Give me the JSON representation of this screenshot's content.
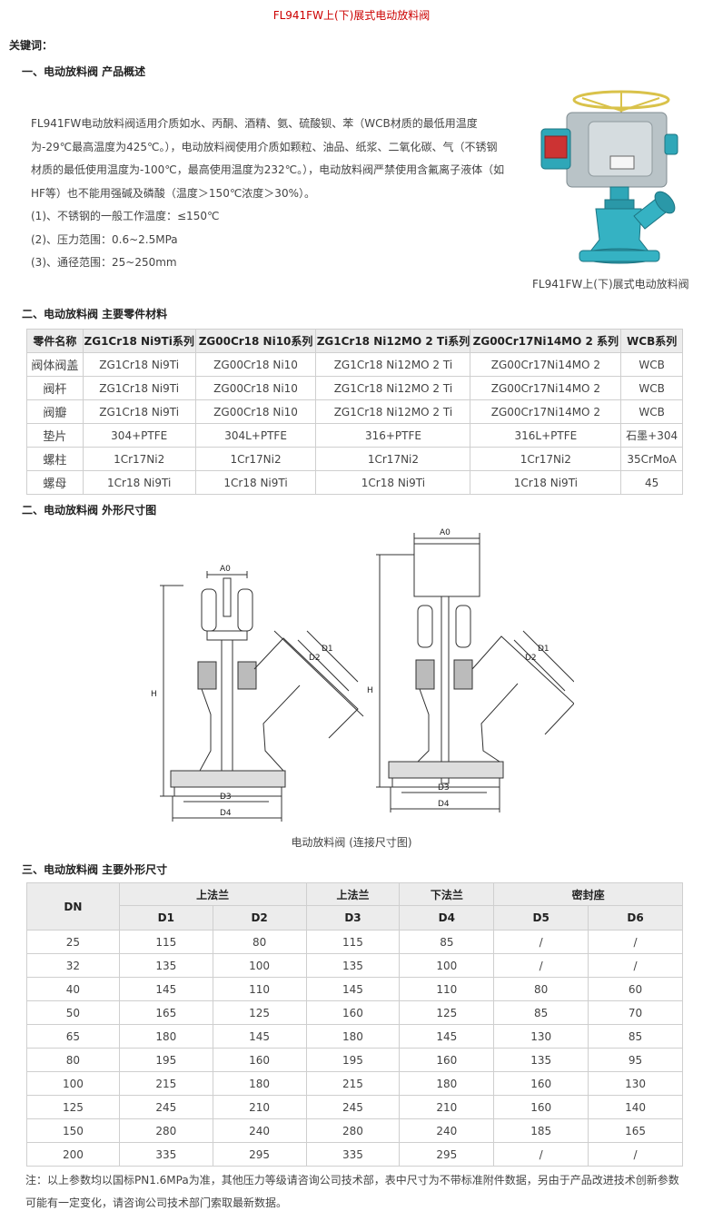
{
  "page_title": "FL941FW上(下)展式电动放料阀",
  "keywords_label": "关键词：",
  "section1": {
    "title": "一、电动放料阀 产品概述",
    "paragraph_lines": [
      "FL941FW电动放料阀适用介质如水、丙酮、酒精、氨、硫酸钡、苯（WCB材质的最低用温度",
      "为-29℃最高温度为425℃。），电动放料阀使用介质如颗粒、油品、纸浆、二氧化碳、气（不锈钢",
      "材质的最低使用温度为-100℃，最高使用温度为232℃。），电动放料阀严禁使用含氟离子液体（如",
      "HF等）也不能用强碱及磷酸（温度＞150℃浓度＞30%）。"
    ],
    "specs": [
      "(1)、不锈钢的一般工作温度：≤150℃",
      "(2)、压力范围：0.6~2.5MPa",
      "(3)、通径范围：25~250mm"
    ],
    "photo_caption": "FL941FW上(下)展式电动放料阀"
  },
  "section2": {
    "title": "二、电动放料阀 主要零件材料",
    "headers": [
      "零件名称",
      "ZG1Cr18 Ni9Ti系列",
      "ZG00Cr18 Ni10系列",
      "ZG1Cr18 Ni12MO 2 Ti系列",
      "ZG00Cr17Ni14MO 2 系列",
      "WCB系列"
    ],
    "rows": [
      [
        "阀体阀盖",
        "ZG1Cr18 Ni9Ti",
        "ZG00Cr18 Ni10",
        "ZG1Cr18 Ni12MO 2 Ti",
        "ZG00Cr17Ni14MO 2",
        "WCB"
      ],
      [
        "阀杆",
        "ZG1Cr18 Ni9Ti",
        "ZG00Cr18 Ni10",
        "ZG1Cr18 Ni12MO 2 Ti",
        "ZG00Cr17Ni14MO 2",
        "WCB"
      ],
      [
        "阀瓣",
        "ZG1Cr18 Ni9Ti",
        "ZG00Cr18 Ni10",
        "ZG1Cr18 Ni12MO 2 Ti",
        "ZG00Cr17Ni14MO 2",
        "WCB"
      ],
      [
        "垫片",
        "304+PTFE",
        "304L+PTFE",
        "316+PTFE",
        "316L+PTFE",
        "石墨+304"
      ],
      [
        "螺柱",
        "1Cr17Ni2",
        "1Cr17Ni2",
        "1Cr17Ni2",
        "1Cr17Ni2",
        "35CrMoA"
      ],
      [
        "螺母",
        "1Cr18 Ni9Ti",
        "1Cr18 Ni9Ti",
        "1Cr18 Ni9Ti",
        "1Cr18 Ni9Ti",
        "45"
      ]
    ]
  },
  "section3": {
    "title": "二、电动放料阀 外形尺寸图",
    "drawing_labels": [
      "A0",
      "H",
      "D1",
      "D2",
      "D3",
      "D4"
    ],
    "caption": "电动放料阀 (连接尺寸图)"
  },
  "section4": {
    "title": "三、电动放料阀 主要外形尺寸",
    "group_headers": [
      "DN",
      "上法兰",
      "上法兰",
      "下法兰",
      "密封座"
    ],
    "sub_headers": [
      "D1",
      "D2",
      "D3",
      "D4",
      "D5",
      "D6"
    ],
    "rows": [
      [
        "25",
        "115",
        "80",
        "115",
        "85",
        "/",
        "/"
      ],
      [
        "32",
        "135",
        "100",
        "135",
        "100",
        "/",
        "/"
      ],
      [
        "40",
        "145",
        "110",
        "145",
        "110",
        "80",
        "60"
      ],
      [
        "50",
        "165",
        "125",
        "160",
        "125",
        "85",
        "70"
      ],
      [
        "65",
        "180",
        "145",
        "180",
        "145",
        "130",
        "85"
      ],
      [
        "80",
        "195",
        "160",
        "195",
        "160",
        "135",
        "95"
      ],
      [
        "100",
        "215",
        "180",
        "215",
        "180",
        "160",
        "130"
      ],
      [
        "125",
        "245",
        "210",
        "245",
        "210",
        "160",
        "140"
      ],
      [
        "150",
        "280",
        "240",
        "280",
        "240",
        "185",
        "165"
      ],
      [
        "200",
        "335",
        "295",
        "335",
        "295",
        "/",
        "/"
      ]
    ]
  },
  "note_lines": [
    "注：以上参数均以国标PN1.6MPa为准，其他压力等级请咨询公司技术部，表中尺寸为不带标准附件数据，另由于产品改进技术创新参数",
    "可能有一定变化，请咨询公司技术部门索取最新数据。"
  ]
}
